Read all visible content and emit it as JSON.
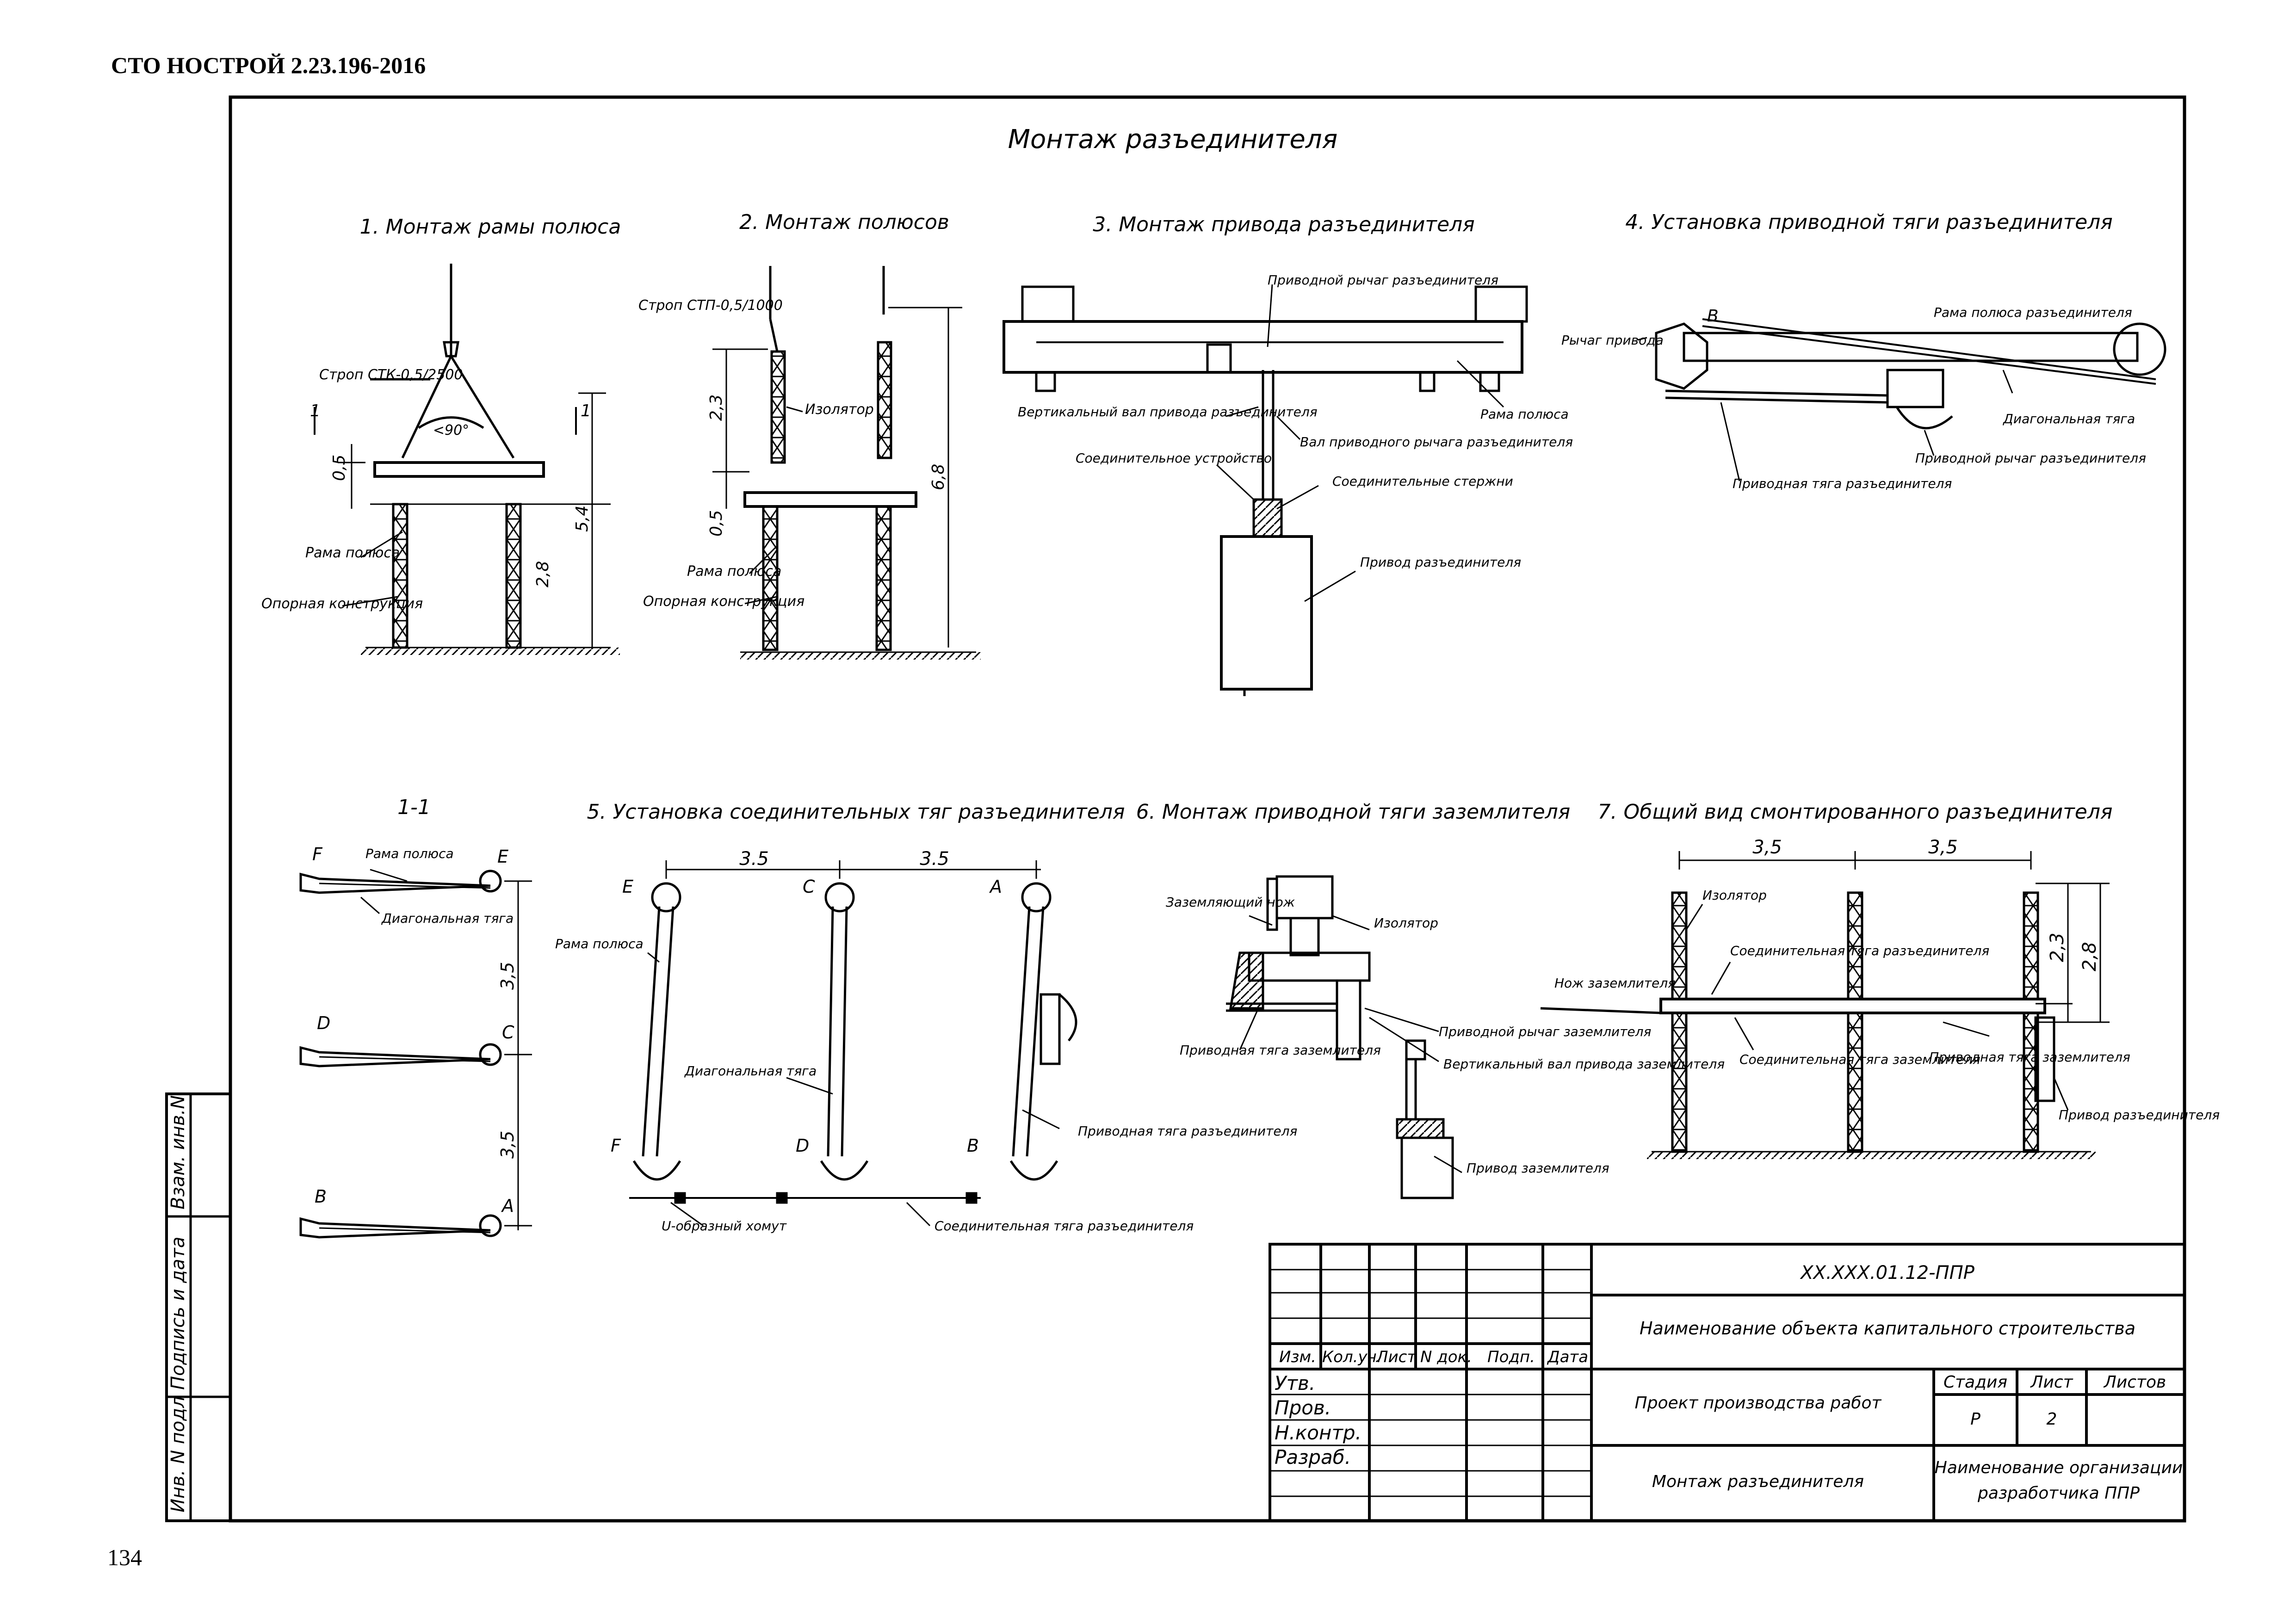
{
  "header": {
    "standard": "СТО НОСТРОЙ 2.23.196-2016",
    "page_number": "134"
  },
  "sheet": {
    "title": "Монтаж разъединителя"
  },
  "side_stamp": [
    "Инв. N подл",
    "Подпись и дата",
    "Взам. инв.N"
  ],
  "fig1": {
    "title": "1. Монтаж рамы полюса",
    "sling": "Строп СТК-0,5/2500",
    "angle": "<90°",
    "frame": "Рама полюса",
    "support": "Опорная конструкция",
    "section": "1",
    "dims": [
      "0,5",
      "5,4",
      "2,8"
    ]
  },
  "fig2": {
    "title": "2. Монтаж полюсов",
    "sling": "Строп СТП-0,5/1000",
    "insulator": "Изолятор",
    "frame": "Рама полюса",
    "support": "Опорная конструкция",
    "dims": [
      "2,3",
      "6,8",
      "0,5"
    ]
  },
  "fig3": {
    "title": "3. Монтаж привода разъединителя",
    "drive_lever": "Приводной рычаг разъединителя",
    "vertical_shaft": "Вертикальный вал привода разъединителя",
    "lever_shaft": "Вал приводного рычага разъединителя",
    "frame": "Рама полюса",
    "coupling": "Соединительное устройство",
    "rods": "Соединительные стержни",
    "drive": "Привод разъединителя"
  },
  "fig4": {
    "title": "4. Установка приводной тяги разъединителя",
    "lever": "Рычаг привода",
    "point": "В",
    "frame": "Рама полюса разъединителя",
    "diagonal": "Диагональная тяга",
    "drive_lever": "Приводной рычаг разъединителя",
    "drive_rod": "Приводная тяга разъединителя"
  },
  "fig11": {
    "title": "1-1",
    "frame": "Рама полюса",
    "diagonal": "Диагональная тяга",
    "letters": [
      "F",
      "E",
      "D",
      "C",
      "B",
      "A"
    ],
    "dims": [
      "3,5",
      "3,5"
    ]
  },
  "fig5": {
    "title": "5. Установка соединительных тяг разъединителя",
    "dims": [
      "3.5",
      "3.5"
    ],
    "frame": "Рама полюса",
    "diagonal": "Диагональная тяга",
    "drive_rod": "Приводная тяга разъединителя",
    "clamp": "U-образный хомут",
    "link_rod": "Соединительная тяга разъединителя",
    "letters": [
      "E",
      "C",
      "A",
      "F",
      "D",
      "B"
    ]
  },
  "fig6": {
    "title": "6. Монтаж приводной тяги заземлителя",
    "knife": "Заземляющий нож",
    "insulator": "Изолятор",
    "drive_rod": "Приводная тяга заземлителя",
    "drive_lever": "Приводной рычаг заземлителя",
    "vertical_shaft": "Вертикальный вал привода заземлителя",
    "drive": "Привод заземлителя"
  },
  "fig7": {
    "title": "7. Общий вид смонтированного разъединителя",
    "dims": [
      "3,5",
      "3,5",
      "2,3",
      "2,8"
    ],
    "insulator": "Изолятор",
    "link_rod": "Соединительная тяга разъединителя",
    "earth_knife": "Нож заземлителя",
    "earth_link": "Соединительная тяга заземлителя",
    "earth_rod": "Приводная тяга заземлителя",
    "drive": "Привод разъединителя"
  },
  "title_block": {
    "code": "ХХ.ХХХ.01.12-ППР",
    "object": "Наименование объекта капитального строительства",
    "cols": [
      "Изм.",
      "Кол.уч.",
      "Лист",
      "N док.",
      "Подп.",
      "Дата"
    ],
    "roles": [
      "Утв.",
      "Пров.",
      "Н.контр.",
      "Разраб."
    ],
    "project": "Проект производства работ",
    "stage_h": "Стадия",
    "sheet_h": "Лист",
    "sheets_h": "Листов",
    "stage": "Р",
    "sheet": "2",
    "drawing": "Монтаж разъединителя",
    "org": [
      "Наименование организации",
      "разработчика ППР"
    ]
  }
}
